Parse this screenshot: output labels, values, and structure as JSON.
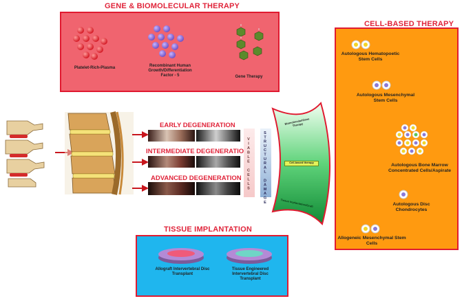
{
  "gene_therapy": {
    "title": "GENE & BIOMOLECULAR THERAPY",
    "items": [
      {
        "label": "Platelet-Rich-Plasma",
        "color": "#e8202a"
      },
      {
        "label": "Recombinant Human Growth/Differentiation Factor - 5",
        "color": "#8d6ad9"
      },
      {
        "label": "Gene Therapy",
        "color": "#5c8a2c"
      }
    ]
  },
  "cell_therapy": {
    "title": "CELL-BASED THERAPY",
    "items": [
      {
        "label": "Autologous Hematopoetic Stem Cells"
      },
      {
        "label": "Autologous Mesenchymal Stem Cells"
      },
      {
        "label": "Autologous Bone Marrow Concentrated Cells/Aspirate"
      },
      {
        "label": "Autologous Disc Chondrocytes"
      },
      {
        "label": "Allogeneic Mesenchymal Stem Cells"
      }
    ]
  },
  "degeneration": {
    "stages": [
      "EARLY DEGENERATION",
      "INTERMEDIATE DEGENERATION",
      "ADVANCED DEGENERATION"
    ],
    "viable_cells": "VIABLE CELLS",
    "structural_damage": "STRUCTURAL DAMAGE"
  },
  "arc": {
    "top_label": "Biomolecular/Gene Therapy",
    "middle_label": "Cell-based therapy",
    "bottom_label": "Tissue Implantation/Graft"
  },
  "tissue": {
    "title": "TISSUE IMPLANTATION",
    "items": [
      {
        "label": "Allograft Intervertebral Disc Transplant"
      },
      {
        "label": "Tissue Engineered Intervertebral Disc Transplant"
      }
    ]
  },
  "colors": {
    "accent": "#e01a30",
    "gene_bg": "#f0646f",
    "cell_bg": "#ff9a10",
    "tissue_bg": "#1fb6ee",
    "arc_green": "#1fae4a"
  }
}
